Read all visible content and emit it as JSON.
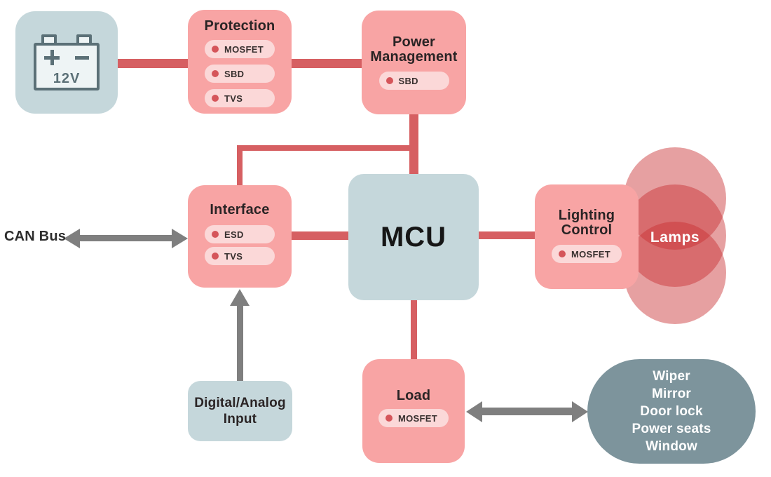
{
  "blocks": {
    "battery": {
      "voltage": "12V"
    },
    "protection": {
      "title": "Protection",
      "pills": [
        "MOSFET",
        "SBD",
        "TVS"
      ]
    },
    "power_management": {
      "title": "Power Management",
      "pills": [
        "SBD"
      ]
    },
    "interface": {
      "title": "Interface",
      "pills": [
        "ESD",
        "TVS"
      ]
    },
    "mcu": {
      "title": "MCU"
    },
    "lighting_control": {
      "title": "Lighting Control",
      "pills": [
        "MOSFET"
      ]
    },
    "load": {
      "title": "Load",
      "pills": [
        "MOSFET"
      ]
    },
    "digital_analog_input": {
      "title": "Digital/Analog Input"
    },
    "can_bus": {
      "label": "CAN Bus"
    },
    "lamps": {
      "label": "Lamps"
    },
    "peripherals": {
      "items": [
        "Wiper",
        "Mirror",
        "Door lock",
        "Power seats",
        "Window"
      ]
    }
  },
  "colors": {
    "block_pink": "#f8a4a4",
    "pill_pink": "#fbd8d8",
    "accent_red": "#d65f62",
    "dot_red": "#d5555a",
    "block_blue_gray": "#c5d7db",
    "battery_outline": "#5b7077",
    "slate_blob": "#7d949c",
    "arrow_gray": "#7f7f7f",
    "lamp_circle": "rgba(200,48,51,0.46)",
    "title_text": "#2a2425",
    "white_text": "#ffffff"
  }
}
